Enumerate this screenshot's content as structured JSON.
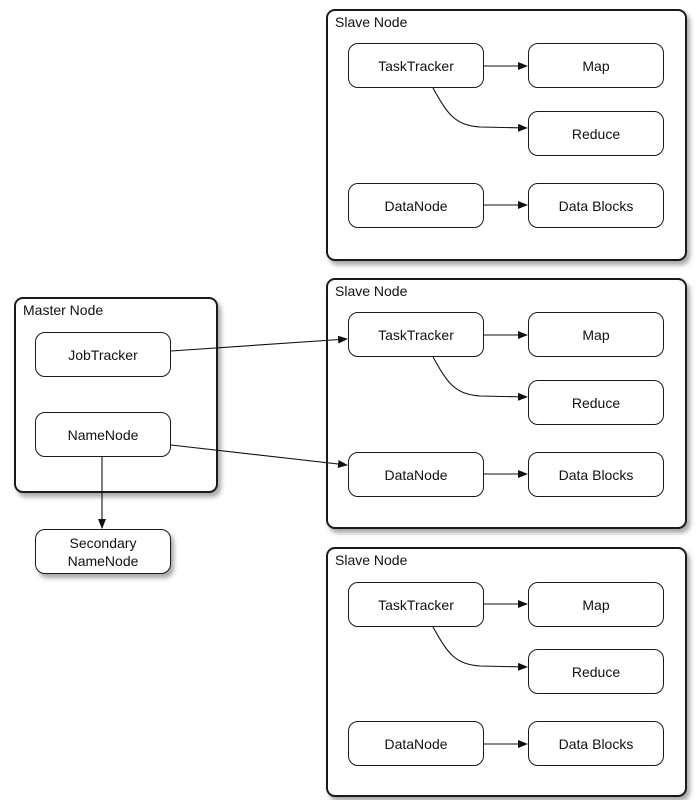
{
  "master": {
    "title": "Master Node",
    "jobtracker": "JobTracker",
    "namenode": "NameNode"
  },
  "secondary": "Secondary\nNameNode",
  "slaves": [
    {
      "title": "Slave Node",
      "tasktracker": "TaskTracker",
      "map": "Map",
      "reduce": "Reduce",
      "datanode": "DataNode",
      "datablocks": "Data Blocks"
    },
    {
      "title": "Slave Node",
      "tasktracker": "TaskTracker",
      "map": "Map",
      "reduce": "Reduce",
      "datanode": "DataNode",
      "datablocks": "Data Blocks"
    },
    {
      "title": "Slave Node",
      "tasktracker": "TaskTracker",
      "map": "Map",
      "reduce": "Reduce",
      "datanode": "DataNode",
      "datablocks": "Data Blocks"
    }
  ]
}
